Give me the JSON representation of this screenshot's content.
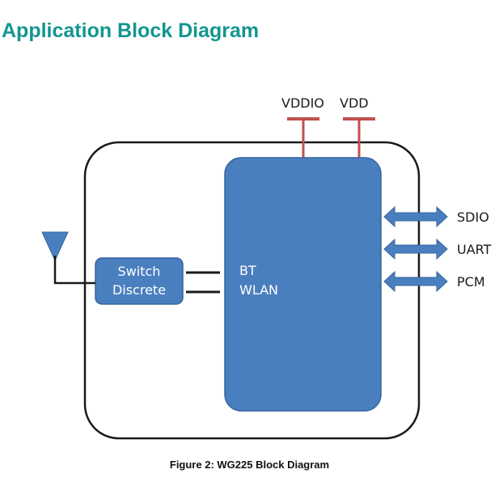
{
  "page": {
    "heading": "Application Block Diagram",
    "caption": "Figure 2: WG225 Block Diagram"
  },
  "diagram": {
    "power": {
      "vddio": "VDDIO",
      "vdd": "VDD"
    },
    "chip": {
      "line1": "BT",
      "line2": "WLAN"
    },
    "switch": {
      "line1": "Switch",
      "line2": "Discrete"
    },
    "interfaces": [
      "SDIO",
      "UART",
      "PCM"
    ]
  },
  "colors": {
    "heading": "#12968f",
    "chip_fill": "#4a7fbf",
    "chip_stroke": "#35649c",
    "power_line": "#c0504d",
    "arrow_fill": "#4a7fbf"
  }
}
